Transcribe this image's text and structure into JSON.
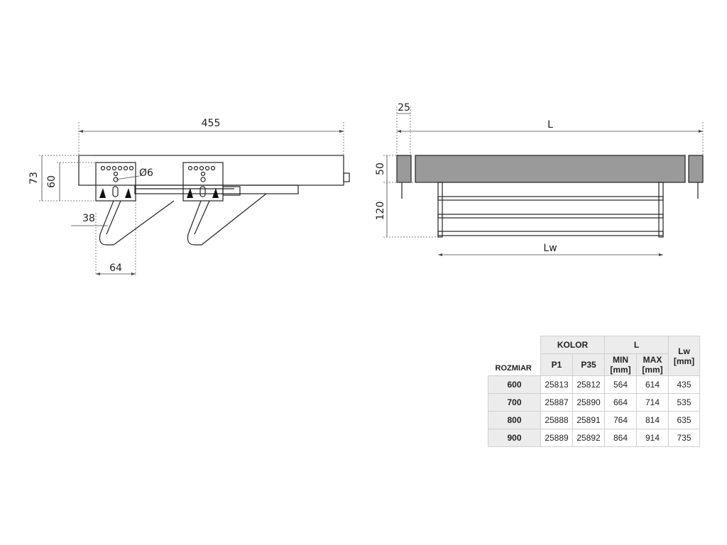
{
  "side_view": {
    "depth_label": "455",
    "height_outer_label": "73",
    "height_inner_label": "60",
    "hole_label": "Ø6",
    "offset_label": "38",
    "bracket_label": "64"
  },
  "front_view": {
    "gap_label": "25",
    "width_label": "L",
    "top_height_label": "50",
    "basket_height_label": "120",
    "inner_width_label": "Lw"
  },
  "table": {
    "group_kolor": "KOLOR",
    "group_l": "L",
    "rozmiar": "ROZMIAR",
    "col_p1": "P1",
    "col_p35": "P35",
    "col_min": "MIN\n[mm]",
    "col_max": "MAX\n[mm]",
    "col_lw": "Lw\n[mm]",
    "rows": [
      {
        "size": "600",
        "p1": "25813",
        "p35": "25812",
        "min": "564",
        "max": "614",
        "lw": "435"
      },
      {
        "size": "700",
        "p1": "25887",
        "p35": "25890",
        "min": "664",
        "max": "714",
        "lw": "535"
      },
      {
        "size": "800",
        "p1": "25888",
        "p35": "25891",
        "min": "764",
        "max": "814",
        "lw": "635"
      },
      {
        "size": "900",
        "p1": "25889",
        "p35": "25892",
        "min": "864",
        "max": "914",
        "lw": "735"
      }
    ]
  }
}
